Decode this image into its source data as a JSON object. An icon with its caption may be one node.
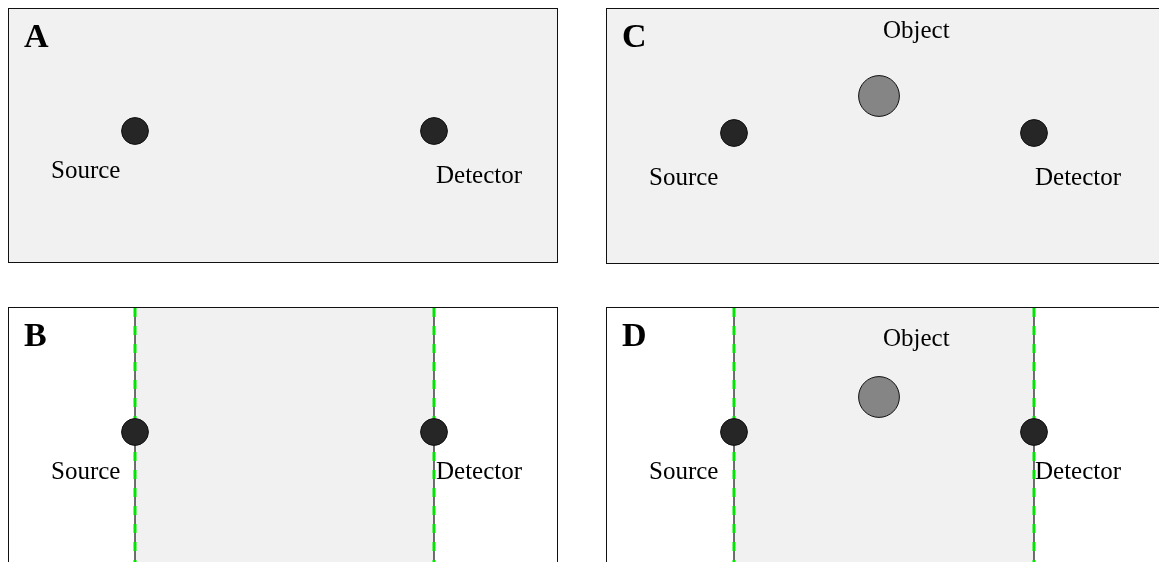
{
  "diagram": {
    "nodes": [
      {
        "text": [
          "A"
        ]
      },
      {
        "text": [],
        "shape": "circle",
        "in": 0,
        "beside": [
          "Source"
        ]
      },
      {
        "text": [],
        "shape": "circle",
        "in": 0,
        "beside": [
          "Detector"
        ]
      },
      {
        "text": [
          "C"
        ]
      },
      {
        "text": [],
        "shape": "circle",
        "in": 3,
        "beside": [
          "Object"
        ]
      },
      {
        "text": [],
        "shape": "circle",
        "in": 3,
        "beside": [
          "Source"
        ]
      },
      {
        "text": [],
        "shape": "circle",
        "in": 3,
        "beside": [
          "Detector"
        ]
      },
      {
        "text": [
          "B"
        ]
      },
      {
        "text": [],
        "shape": "circle",
        "in": 7,
        "beside": [
          "Source"
        ]
      },
      {
        "text": [],
        "shape": "circle",
        "in": 7,
        "beside": [
          "Detector"
        ]
      },
      {
        "text": [
          "D"
        ]
      },
      {
        "text": [],
        "shape": "circle",
        "in": 10,
        "beside": [
          "Object"
        ]
      },
      {
        "text": [],
        "shape": "circle",
        "in": 10,
        "beside": [
          "Source"
        ]
      },
      {
        "text": [],
        "shape": "circle",
        "in": 10,
        "beside": [
          "Detector"
        ]
      }
    ]
  }
}
